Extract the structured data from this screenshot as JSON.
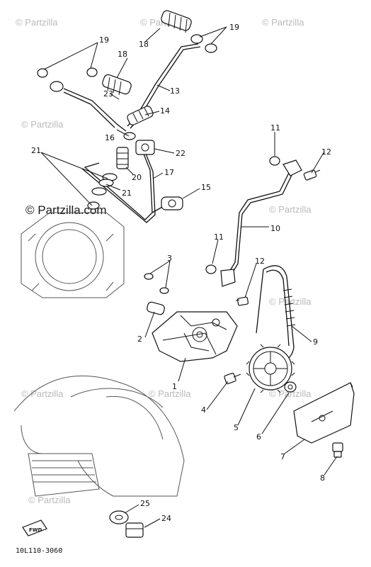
{
  "watermark": {
    "text": "Partzilla",
    "primary_text": "© Partzilla.com"
  },
  "diagram_code": "10L110-3060",
  "fwd_tag": "FWD",
  "callouts": [
    {
      "id": "c1",
      "text": "1"
    },
    {
      "id": "c2",
      "text": "2"
    },
    {
      "id": "c3",
      "text": "3"
    },
    {
      "id": "c4",
      "text": "4"
    },
    {
      "id": "c5",
      "text": "5"
    },
    {
      "id": "c6",
      "text": "6"
    },
    {
      "id": "c7",
      "text": "7"
    },
    {
      "id": "c8",
      "text": "8"
    },
    {
      "id": "c9",
      "text": "9"
    },
    {
      "id": "c10",
      "text": "10"
    },
    {
      "id": "c11a",
      "text": "11"
    },
    {
      "id": "c11b",
      "text": "11"
    },
    {
      "id": "c12a",
      "text": "12"
    },
    {
      "id": "c12b",
      "text": "12"
    },
    {
      "id": "c13",
      "text": "13"
    },
    {
      "id": "c14",
      "text": "14"
    },
    {
      "id": "c15",
      "text": "15"
    },
    {
      "id": "c16",
      "text": "16"
    },
    {
      "id": "c17",
      "text": "17"
    },
    {
      "id": "c18a",
      "text": "18"
    },
    {
      "id": "c18b",
      "text": "18"
    },
    {
      "id": "c19a",
      "text": "19"
    },
    {
      "id": "c19b",
      "text": "19"
    },
    {
      "id": "c20",
      "text": "20"
    },
    {
      "id": "c21a",
      "text": "21"
    },
    {
      "id": "c21b",
      "text": "21"
    },
    {
      "id": "c22",
      "text": "22"
    },
    {
      "id": "c23",
      "text": "23"
    },
    {
      "id": "c24",
      "text": "24"
    },
    {
      "id": "c25",
      "text": "25"
    }
  ]
}
